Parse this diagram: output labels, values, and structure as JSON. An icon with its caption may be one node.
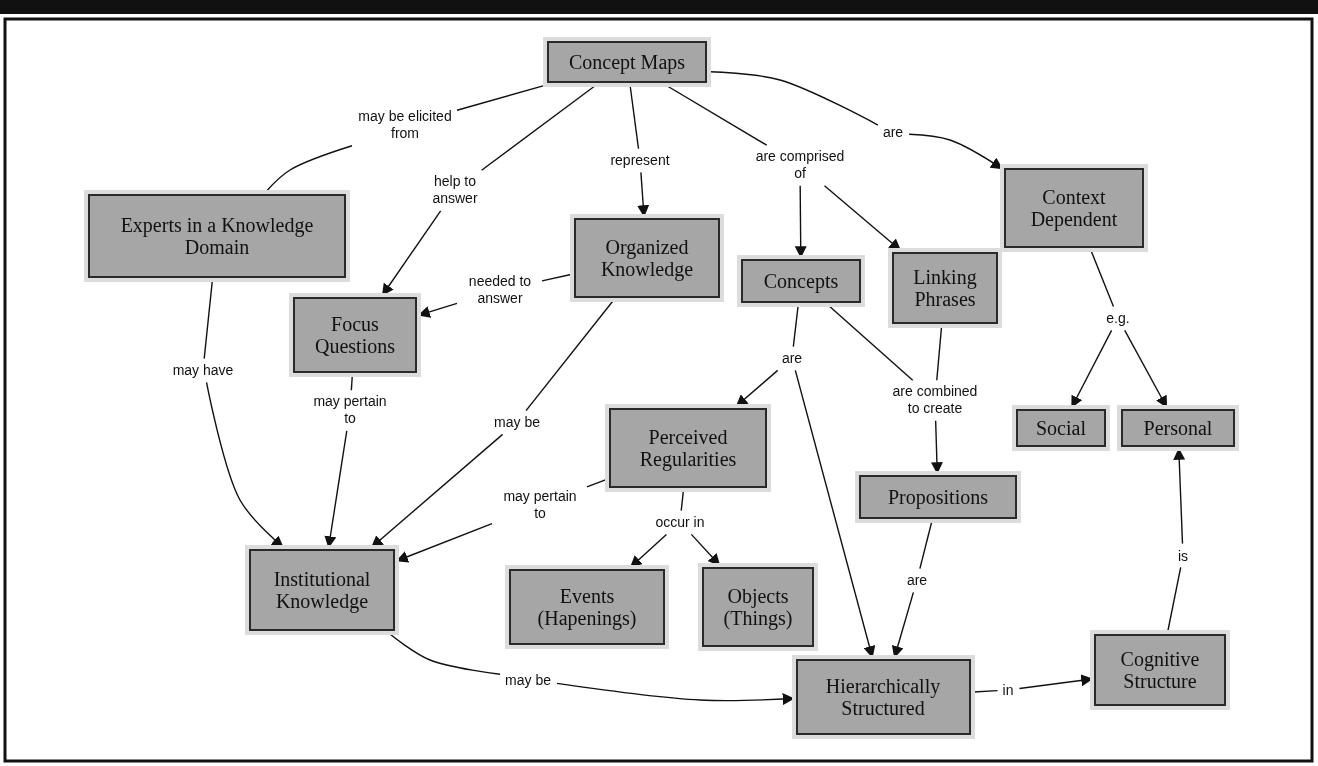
{
  "diagram": {
    "nodes": [
      {
        "text": [
          "Concept Maps"
        ]
      },
      {
        "text": [
          "may be elicited from"
        ]
      },
      {
        "text": [
          "help to answer"
        ]
      },
      {
        "text": [
          "represent"
        ]
      },
      {
        "text": [
          "are comprised of"
        ]
      },
      {
        "text": [
          "are"
        ]
      },
      {
        "text": [
          "Experts in a Knowledge Domain"
        ]
      },
      {
        "text": [
          "Organized Knowledge"
        ]
      },
      {
        "text": [
          "Concepts"
        ]
      },
      {
        "text": [
          "Linking Phrases"
        ]
      },
      {
        "text": [
          "Context Dependent"
        ]
      },
      {
        "text": [
          "needed to answer"
        ]
      },
      {
        "text": [
          "Focus Questions"
        ]
      },
      {
        "text": [
          "may have"
        ]
      },
      {
        "text": [
          "are"
        ]
      },
      {
        "text": [
          "e.g."
        ]
      },
      {
        "text": [
          "may be"
        ]
      },
      {
        "text": [
          "may pertain to"
        ]
      },
      {
        "text": [
          "are combined to create"
        ]
      },
      {
        "text": [
          "Social"
        ]
      },
      {
        "text": [
          "Personal"
        ]
      },
      {
        "text": [
          "Perceived Regularities"
        ]
      },
      {
        "text": [
          "Propositions"
        ]
      },
      {
        "text": [
          "may pertain to"
        ]
      },
      {
        "text": [
          "occur in"
        ]
      },
      {
        "text": [
          "Institutional Knowledge"
        ]
      },
      {
        "text": [
          "Events (Hapenings)"
        ]
      },
      {
        "text": [
          "Objects (Things)"
        ]
      },
      {
        "text": [
          "are"
        ]
      },
      {
        "text": [
          "is"
        ]
      },
      {
        "text": [
          "may be"
        ]
      },
      {
        "text": [
          "Hierarchically Structured"
        ]
      },
      {
        "text": [
          "in"
        ]
      },
      {
        "text": [
          "Cognitive Structure"
        ]
      }
    ],
    "edges": [
      {
        "from": 0,
        "to": 1,
        "arrow": "none"
      },
      {
        "from": 1,
        "to": 6,
        "arrow": "none"
      },
      {
        "from": 0,
        "to": 2,
        "arrow": "none"
      },
      {
        "from": 2,
        "to": 12,
        "arrow": "to"
      },
      {
        "from": 0,
        "to": 3,
        "arrow": "none"
      },
      {
        "from": 3,
        "to": 7,
        "arrow": "to"
      },
      {
        "from": 0,
        "to": 4,
        "arrow": "none"
      },
      {
        "from": 4,
        "to": 8,
        "arrow": "to"
      },
      {
        "from": 4,
        "to": 9,
        "arrow": "to"
      },
      {
        "from": 0,
        "to": 5,
        "arrow": "none"
      },
      {
        "from": 5,
        "to": 10,
        "arrow": "to"
      },
      {
        "from": 7,
        "to": 11,
        "arrow": "none"
      },
      {
        "from": 11,
        "to": 12,
        "arrow": "to"
      },
      {
        "from": 6,
        "to": 13,
        "arrow": "none"
      },
      {
        "from": 13,
        "to": 25,
        "arrow": "to"
      },
      {
        "from": 12,
        "to": 17,
        "arrow": "none"
      },
      {
        "from": 17,
        "to": 25,
        "arrow": "to"
      },
      {
        "from": 7,
        "to": 16,
        "arrow": "none"
      },
      {
        "from": 16,
        "to": 25,
        "arrow": "to"
      },
      {
        "from": 8,
        "to": 14,
        "arrow": "none"
      },
      {
        "from": 14,
        "to": 21,
        "arrow": "to"
      },
      {
        "from": 14,
        "to": 31,
        "arrow": "to"
      },
      {
        "from": 8,
        "to": 18,
        "arrow": "none"
      },
      {
        "from": 9,
        "to": 18,
        "arrow": "none"
      },
      {
        "from": 18,
        "to": 22,
        "arrow": "to"
      },
      {
        "from": 10,
        "to": 15,
        "arrow": "none"
      },
      {
        "from": 15,
        "to": 19,
        "arrow": "to"
      },
      {
        "from": 15,
        "to": 20,
        "arrow": "to"
      },
      {
        "from": 21,
        "to": 23,
        "arrow": "none"
      },
      {
        "from": 23,
        "to": 25,
        "arrow": "to"
      },
      {
        "from": 21,
        "to": 24,
        "arrow": "none"
      },
      {
        "from": 24,
        "to": 26,
        "arrow": "to"
      },
      {
        "from": 24,
        "to": 27,
        "arrow": "to"
      },
      {
        "from": 22,
        "to": 28,
        "arrow": "none"
      },
      {
        "from": 28,
        "to": 31,
        "arrow": "to"
      },
      {
        "from": 33,
        "to": 29,
        "arrow": "none"
      },
      {
        "from": 29,
        "to": 20,
        "arrow": "to"
      },
      {
        "from": 25,
        "to": 30,
        "arrow": "none"
      },
      {
        "from": 30,
        "to": 31,
        "arrow": "to"
      },
      {
        "from": 31,
        "to": 32,
        "arrow": "none"
      },
      {
        "from": 32,
        "to": 33,
        "arrow": "to"
      }
    ]
  }
}
